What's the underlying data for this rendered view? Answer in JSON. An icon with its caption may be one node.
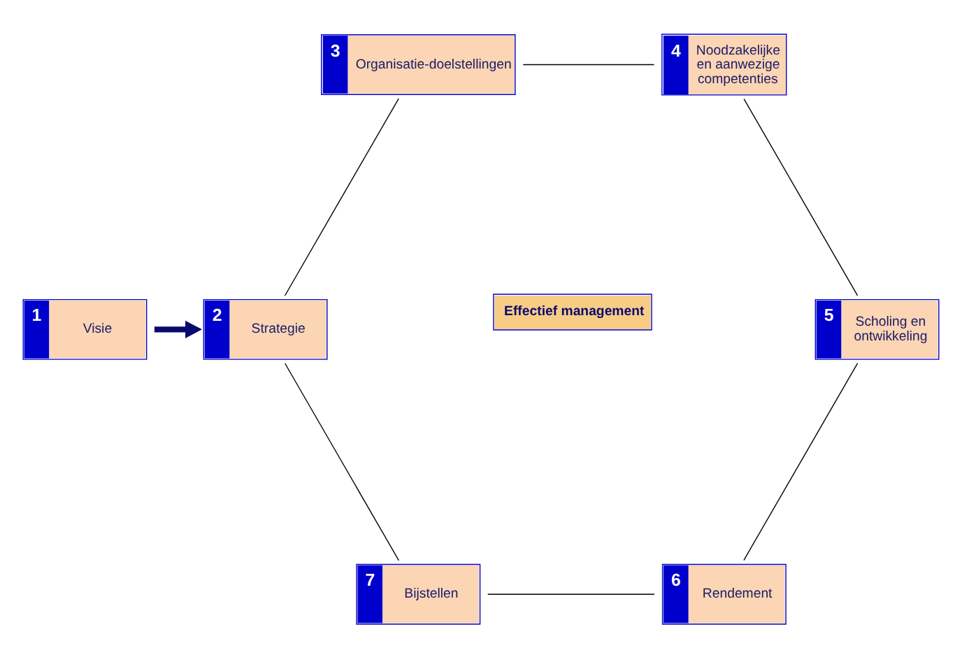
{
  "diagram": {
    "nodes": [
      {
        "text": [
          "1",
          "Visie"
        ]
      },
      {
        "text": [
          "2",
          "Strategie"
        ]
      },
      {
        "text": [
          "3",
          "Organisatie-doelstellingen"
        ]
      },
      {
        "text": [
          "4",
          "Noodzakelijke en aanwezige competenties"
        ]
      },
      {
        "text": [
          "5",
          "Scholing en ontwikkeling"
        ]
      },
      {
        "text": [
          "6",
          "Rendement"
        ]
      },
      {
        "text": [
          "7",
          "Bijstellen"
        ]
      },
      {
        "text": [
          "Effectief management"
        ]
      }
    ],
    "edges": [
      {
        "from": 0,
        "to": 1,
        "arrow": "to",
        "style": "thick",
        "color": "#0a0a6e"
      },
      {
        "from": 1,
        "to": 2,
        "arrow": "none"
      },
      {
        "from": 2,
        "to": 3,
        "arrow": "none"
      },
      {
        "from": 3,
        "to": 4,
        "arrow": "none"
      },
      {
        "from": 4,
        "to": 5,
        "arrow": "none"
      },
      {
        "from": 5,
        "to": 6,
        "arrow": "none"
      },
      {
        "from": 6,
        "to": 1,
        "arrow": "none"
      }
    ]
  }
}
